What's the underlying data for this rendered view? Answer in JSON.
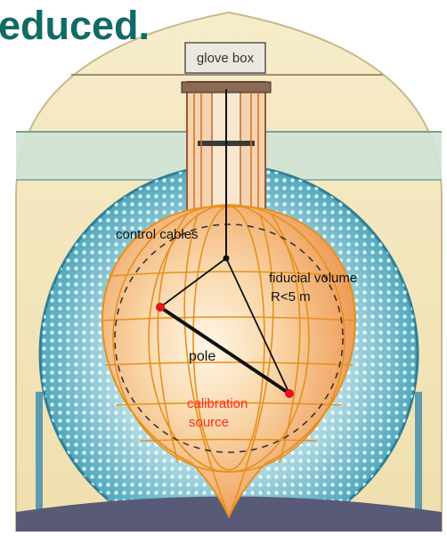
{
  "heading": {
    "text": "educed."
  },
  "diagram": {
    "labels": {
      "glove_box": "glove box",
      "control_cables": "control cables",
      "fiducial_volume": "fiducial volume",
      "radius": "R<5 m",
      "pole": "pole",
      "calibration_line1": "calibration",
      "calibration_line2": "source"
    },
    "colors": {
      "heading": "#116a66",
      "dome": "#f2e3b6",
      "water_band": "#cfe3d6",
      "pmt_sphere": "#5fb6c6",
      "balloon": "#f3b07a",
      "cables": "#e6901d",
      "calibration_label": "#ff2a1a",
      "source_dot": "#e8141b",
      "floor": "#585a77"
    }
  }
}
